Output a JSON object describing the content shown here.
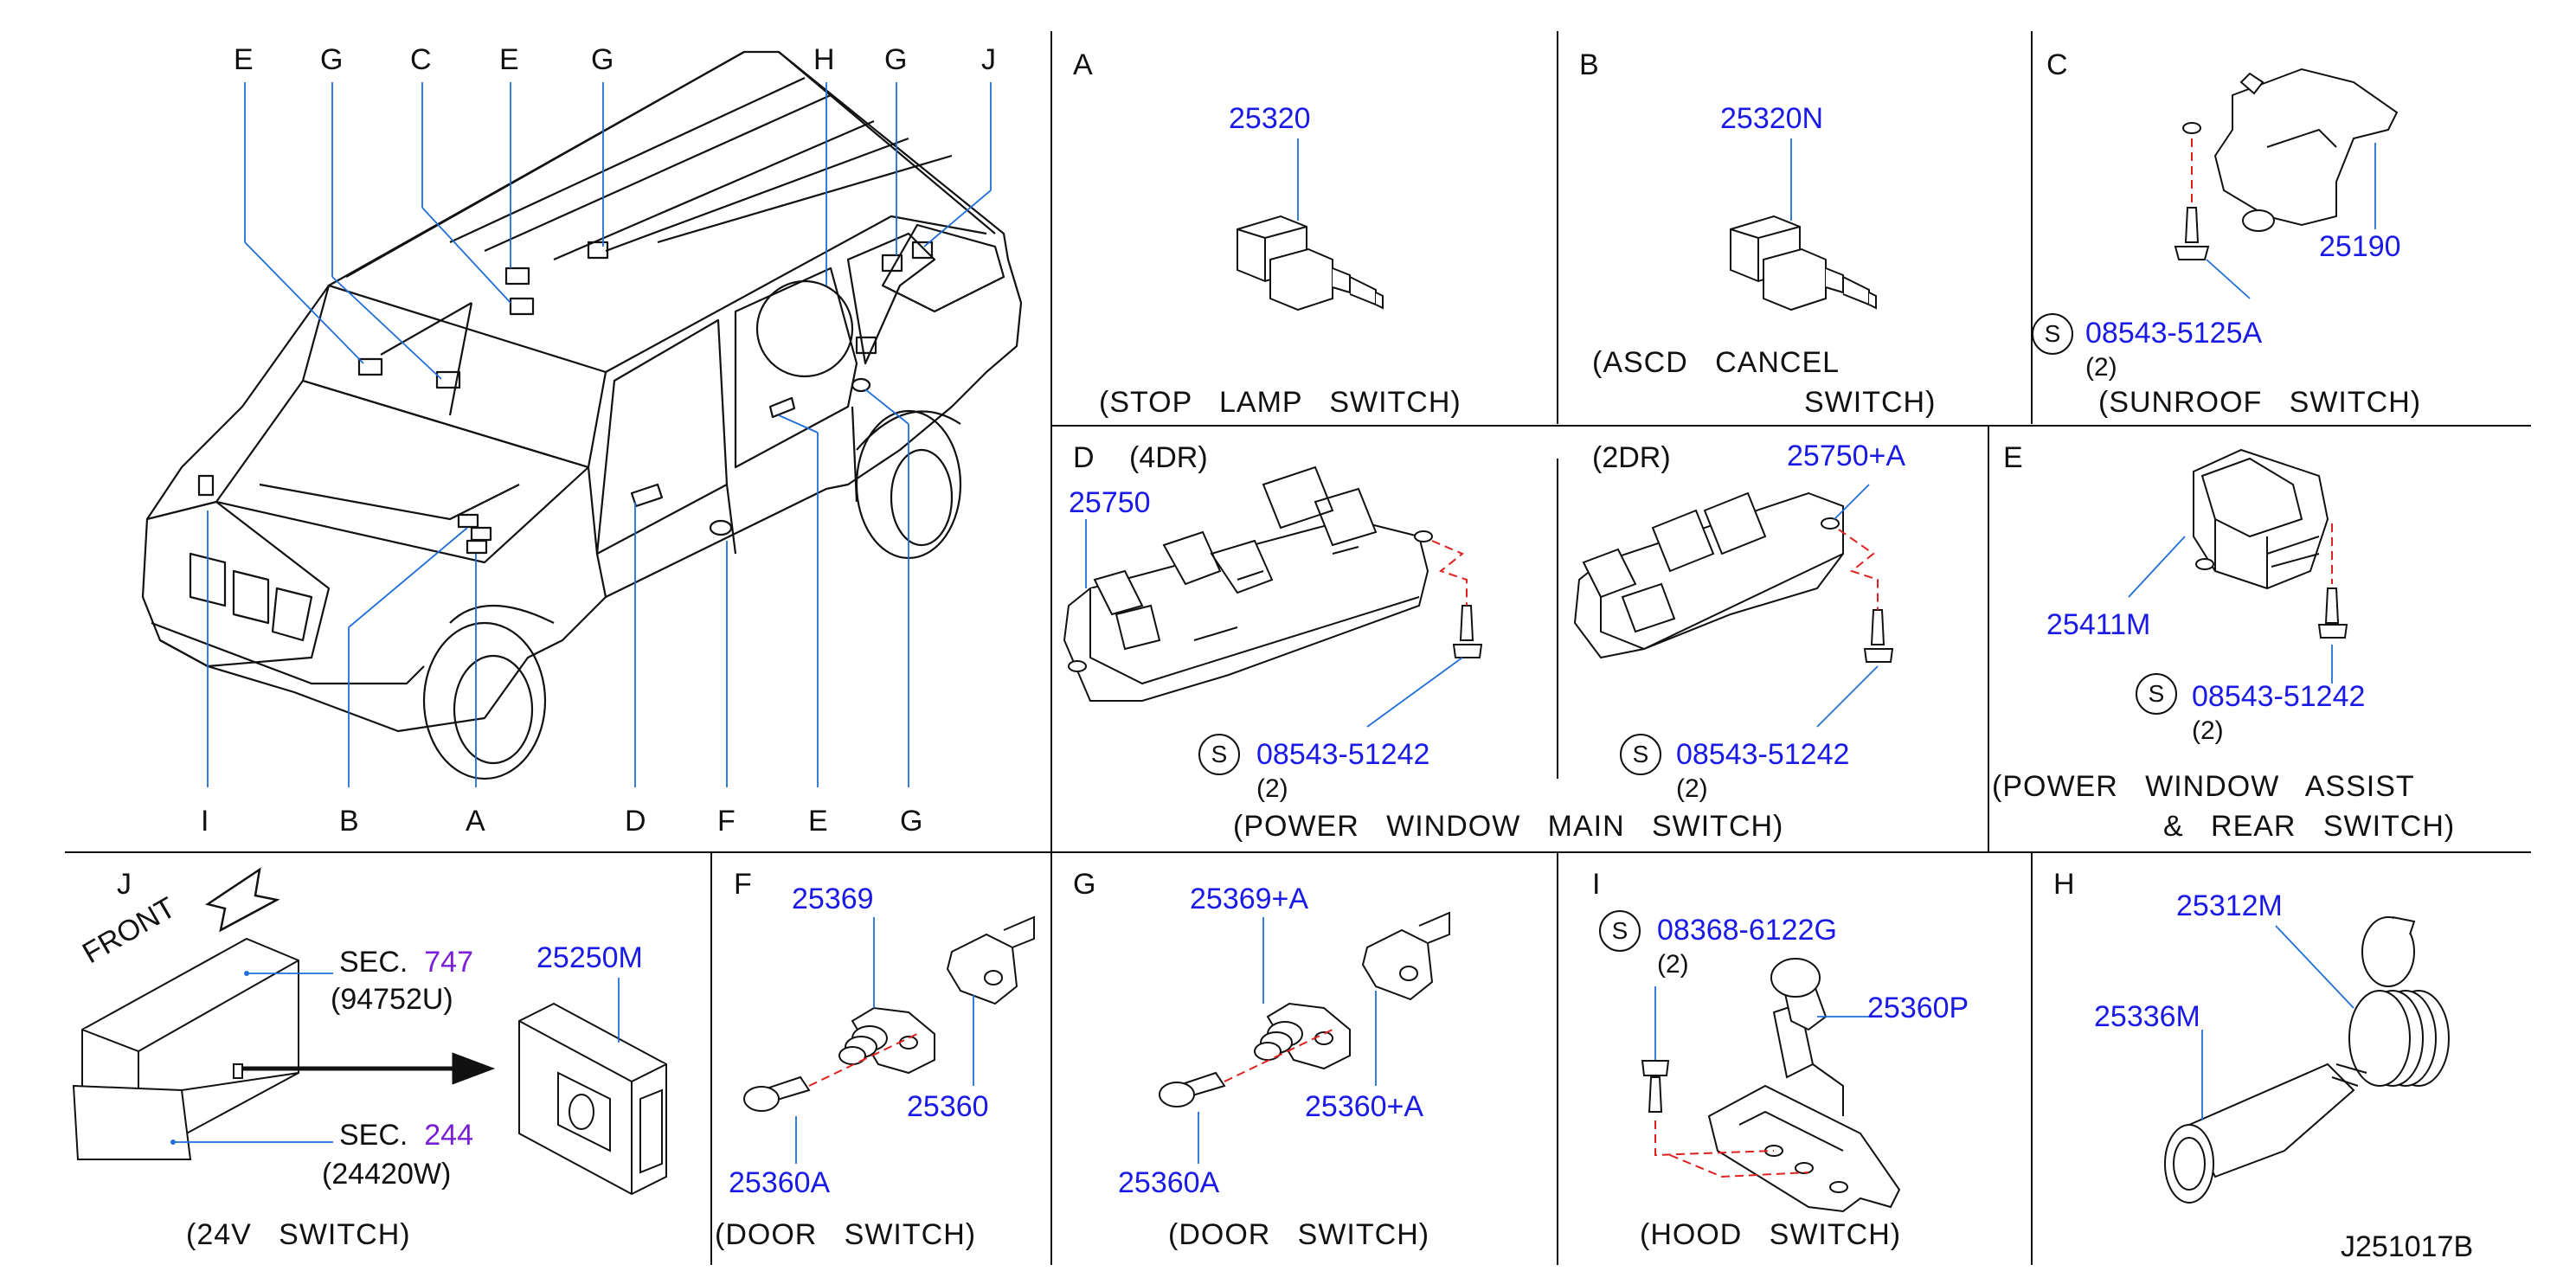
{
  "car_panel": {
    "top_labels": [
      "E",
      "G",
      "C",
      "E",
      "G",
      "H",
      "G",
      "J"
    ],
    "bottom_labels": [
      "I",
      "B",
      "A",
      "D",
      "F",
      "E",
      "G"
    ]
  },
  "panel_A": {
    "letter": "A",
    "part": "25320",
    "caption": "(STOP   LAMP   SWITCH)"
  },
  "panel_B": {
    "letter": "B",
    "part": "25320N",
    "caption_line1": "(ASCD   CANCEL",
    "caption_line2": "SWITCH)"
  },
  "panel_C": {
    "letter": "C",
    "part": "25190",
    "screw_part": "08543-5125A",
    "screw_qty": "(2)",
    "screw_symbol": "S",
    "caption": "(SUNROOF   SWITCH)"
  },
  "panel_D": {
    "letter": "D",
    "variant_4dr": "(4DR)",
    "variant_2dr": "(2DR)",
    "part_4dr": "25750",
    "part_2dr": "25750+A",
    "screw_part": "08543-51242",
    "screw_qty": "(2)",
    "screw_symbol": "S",
    "caption": "(POWER   WINDOW   MAIN   SWITCH)"
  },
  "panel_E": {
    "letter": "E",
    "part": "25411M",
    "screw_part": "08543-51242",
    "screw_qty": "(2)",
    "screw_symbol": "S",
    "caption_line1": "(POWER   WINDOW   ASSIST",
    "caption_line2": "&   REAR   SWITCH)"
  },
  "panel_J": {
    "letter": "J",
    "front": "FRONT",
    "sec_prefix": "SEC.",
    "sec1": "747",
    "sec1_sub": "(94752U)",
    "sec2": "244",
    "sec2_sub": "(24420W)",
    "part": "25250M",
    "caption": "(24V   SWITCH)"
  },
  "panel_F": {
    "letter": "F",
    "part_a": "25369",
    "part_b": "25360",
    "part_c": "25360A",
    "caption": "(DOOR   SWITCH)"
  },
  "panel_G": {
    "letter": "G",
    "part_a": "25369+A",
    "part_b": "25360+A",
    "part_c": "25360A",
    "caption": "(DOOR   SWITCH)"
  },
  "panel_I": {
    "letter": "I",
    "screw_symbol": "S",
    "screw_part": "08368-6122G",
    "screw_qty": "(2)",
    "part": "25360P",
    "caption": "(HOOD   SWITCH)"
  },
  "panel_H": {
    "letter": "H",
    "part_a": "25312M",
    "part_b": "25336M"
  },
  "reference": "J251017B",
  "colors": {
    "part_number": "#1a1ae6",
    "section_number": "#7a1fd6",
    "leader_dash": "#e02020",
    "line": "#111111"
  }
}
